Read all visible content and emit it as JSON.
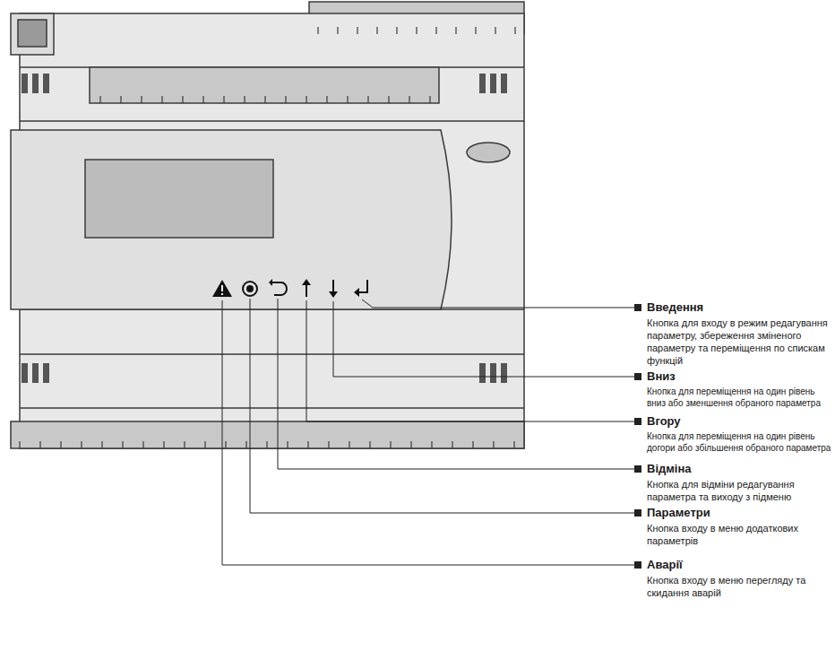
{
  "diagram": {
    "labels": [
      "Введення",
      "Кнопка для входу в режим редагування параметру, збереження зміненого параметру та переміщення по спискам функцій",
      "Вниз",
      "Кнопка для переміщення на один рівень вниз або зменшення обраного параметра",
      "Вгору",
      "Кнопка для переміщення на один рівень догори або збільшення обраного параметра",
      "Відміна",
      "Кнопка для відміни редагування параметра та виходу з підменю",
      "Параметри",
      "Кнопка входу в меню додаткових параметрів",
      "Аварії",
      "Кнопка входу в меню перегляду та скидання аварій"
    ]
  }
}
